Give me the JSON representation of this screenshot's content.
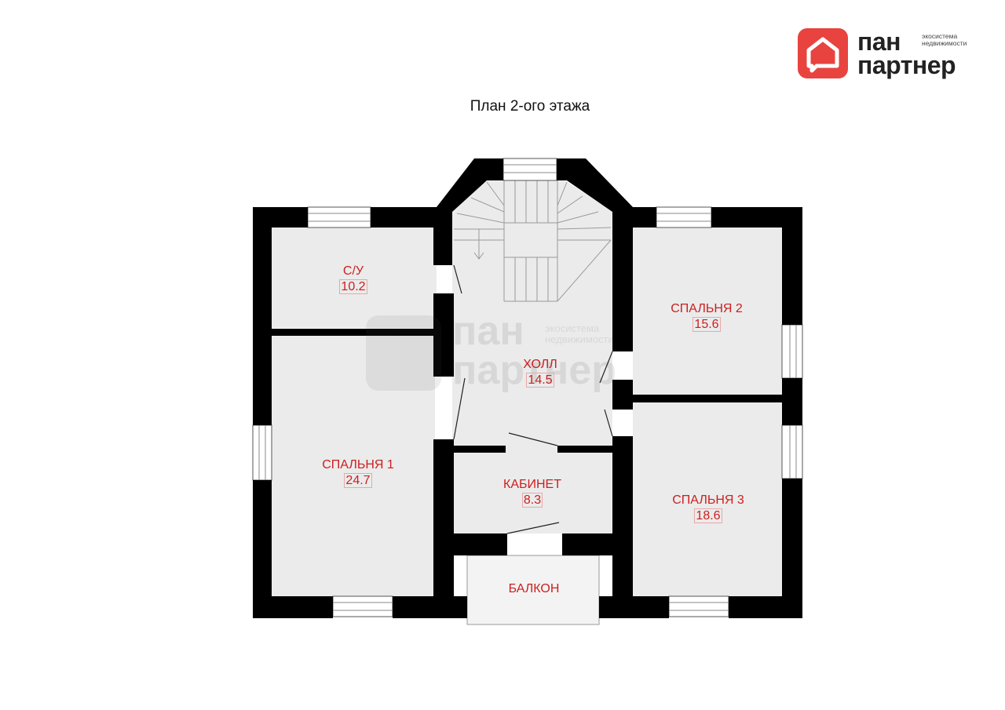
{
  "brand": {
    "name_line1": "пан",
    "name_line2": "партнер",
    "tagline_line1": "экосистема",
    "tagline_line2": "недвижимости",
    "accent_color": "#e8433f",
    "icon": "house-speech-bubble-icon"
  },
  "title": "План 2-ого этажа",
  "rooms": [
    {
      "id": "su",
      "name": "С/У",
      "area": "10.2"
    },
    {
      "id": "bedroom2",
      "name": "СПАЛЬНЯ 2",
      "area": "15.6"
    },
    {
      "id": "hall",
      "name": "ХОЛЛ",
      "area": "14.5"
    },
    {
      "id": "bedroom1",
      "name": "СПАЛЬНЯ 1",
      "area": "24.7"
    },
    {
      "id": "office",
      "name": "КАБИНЕТ",
      "area": "8.3"
    },
    {
      "id": "bedroom3",
      "name": "СПАЛЬНЯ 3",
      "area": "18.6"
    },
    {
      "id": "balcony",
      "name": "БАЛКОН",
      "area": ""
    }
  ],
  "colors": {
    "wall": "#000000",
    "floor": "#ebebeb",
    "label": "#cc1f1f"
  }
}
